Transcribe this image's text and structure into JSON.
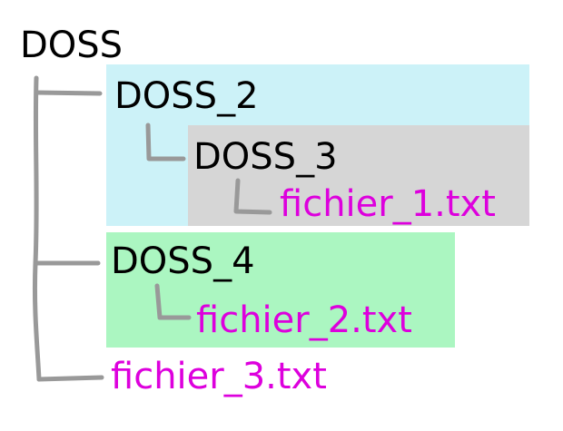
{
  "tree": {
    "root": {
      "label": "DOSS"
    },
    "doss_2": {
      "label": "DOSS_2"
    },
    "doss_3": {
      "label": "DOSS_3"
    },
    "fichier_1": {
      "label": "fichier_1.txt"
    },
    "doss_4": {
      "label": "DOSS_4"
    },
    "fichier_2": {
      "label": "fichier_2.txt"
    },
    "fichier_3": {
      "label": "fichier_3.txt"
    }
  },
  "colors": {
    "folder_text": "#000000",
    "file_text": "#dd00dd",
    "connector": "#999999",
    "doss_2_bg": "#ccf2f8",
    "doss_3_bg": "#d6d6d6",
    "doss_4_bg": "#abf6c1"
  }
}
